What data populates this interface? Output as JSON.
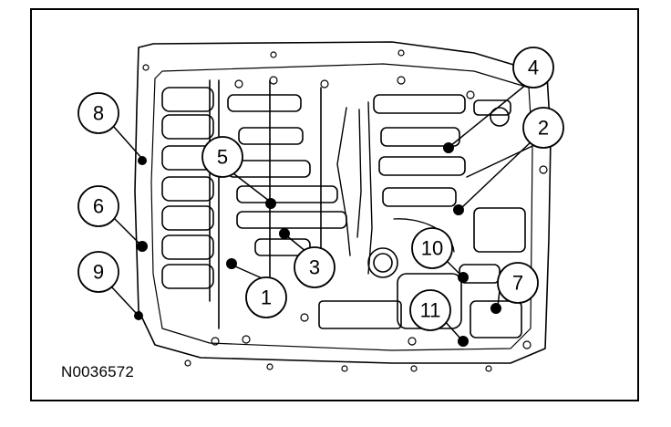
{
  "figure_id": "N0036572",
  "callouts": [
    "1",
    "2",
    "3",
    "4",
    "5",
    "6",
    "7",
    "8",
    "9",
    "10",
    "11"
  ],
  "colors": {
    "line": "#000000",
    "background": "#ffffff"
  }
}
